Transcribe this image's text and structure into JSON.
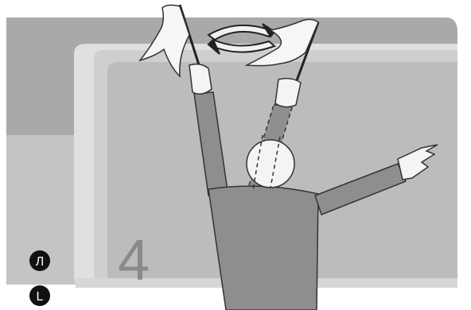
{
  "step_number": "4",
  "badges": [
    {
      "text": "Л"
    },
    {
      "text": "L"
    }
  ],
  "colors": {
    "panel_outer": "#a9a9a9",
    "panel_inner": "#bdbdbd",
    "frame_light": "#e3e3e3",
    "figure_body": "#8e8e8e",
    "figure_outline": "#333333",
    "head_fill": "#f4f4f4",
    "flag_fill": "#f6f6f6",
    "badge_fill": "#111111",
    "step_number_color": "#8a8a8a"
  },
  "icons": {
    "rotation": "circular-arrows-icon",
    "left_flag": "flag-icon",
    "right_flag": "flag-icon",
    "pointing": "pointing-hand-icon"
  }
}
